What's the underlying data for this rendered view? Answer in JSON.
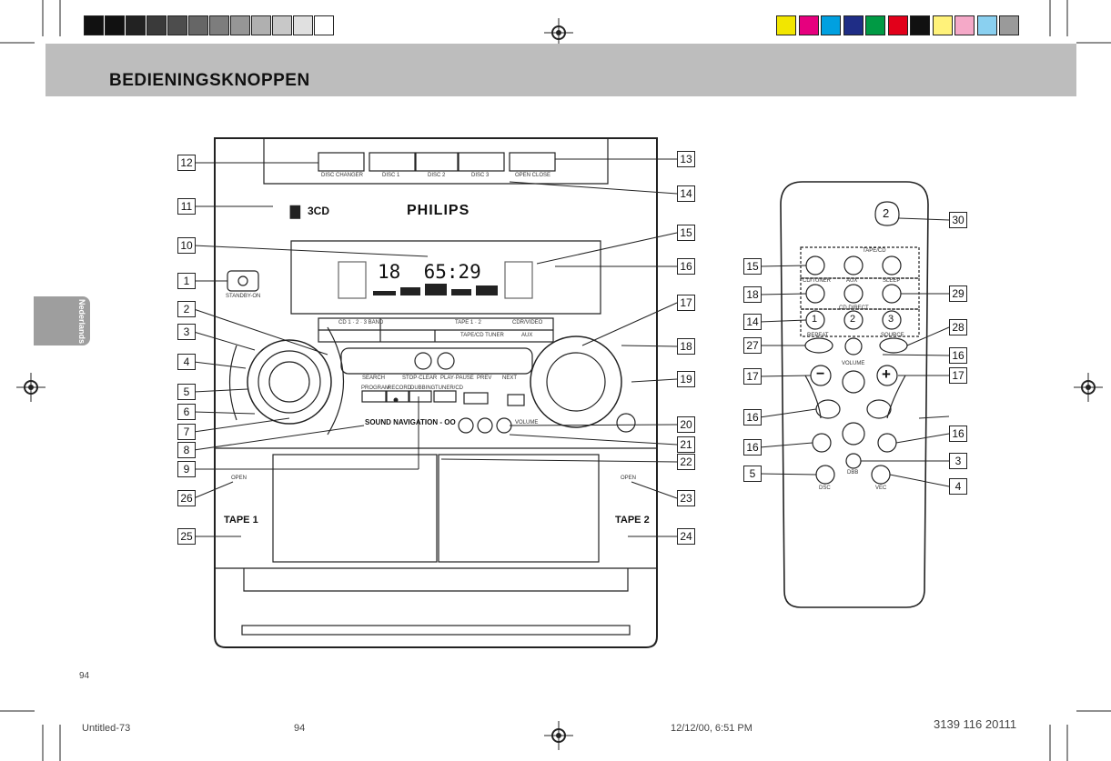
{
  "colors": {
    "grays": [
      "#111111",
      "#111111",
      "#222222",
      "#3a3a3a",
      "#4d4d4d",
      "#666666",
      "#7d7d7d",
      "#969696",
      "#b0b0b0",
      "#c8c8c8",
      "#e0e0e0",
      "#ffffff"
    ],
    "process": [
      "#f2e600",
      "#e6007e",
      "#00a0e0",
      "#1f2d86",
      "#009a44",
      "#e2001a",
      "#111111",
      "#fff27a",
      "#f5a9c8",
      "#8ad0f0",
      "#9a9a9a"
    ]
  },
  "header": {
    "title": "BEDIENINGSKNOPPEN"
  },
  "side_tab": {
    "label": "Nederlands"
  },
  "stereo": {
    "brand": "PHILIPS",
    "logo": "3CD",
    "display_digits": "18  65:29",
    "standby_label": "STANDBY-ON",
    "tape1_label": "TAPE 1",
    "tape2_label": "TAPE 2",
    "open_label": "OPEN",
    "sound_navigation": "SOUND NAVIGATION - OO",
    "changer_buttons": [
      "DISC CHANGER",
      "DISC 1",
      "DISC 2",
      "DISC 3",
      "OPEN CLOSE"
    ],
    "source_labels": [
      "CD 1 · 2 · 3 BAND",
      "TAPE 1 · 2",
      "CDR/VIDEO",
      "TAPE/CD TUNER",
      "AUX"
    ],
    "transport_labels": [
      "SEARCH",
      "STOP·CLEAR",
      "PLAY·PAUSE",
      "PREV",
      "NEXT"
    ],
    "program_labels": [
      "PROGRAM",
      "RECORD",
      "DUBBING",
      "TUNER/CD",
      "VOLUME"
    ]
  },
  "remote": {
    "row1": [
      "CD",
      "TUNER",
      "TAPE/CD",
      "SLEEP"
    ],
    "row2_labels": [
      "CD/TUNER",
      "AUX",
      "SLEEP"
    ],
    "cd_direct": "CD DIRECT",
    "discs": [
      "1",
      "2",
      "3"
    ],
    "repeat": "REPEAT",
    "source": "SOURCE",
    "volume": "VOLUME",
    "dsc": "DSC",
    "dbb": "DBB",
    "vec": "VEC",
    "power_symbol": "2",
    "minus": "−",
    "plus": "+"
  },
  "callouts": {
    "left": [
      "12",
      "11",
      "10",
      "1",
      "2",
      "3",
      "4",
      "5",
      "6",
      "7",
      "8",
      "9",
      "26",
      "25"
    ],
    "right": [
      "13",
      "14",
      "15",
      "16",
      "17",
      "18",
      "19",
      "20",
      "21",
      "22",
      "23",
      "24"
    ],
    "remote_left": [
      "15",
      "18",
      "14",
      "27",
      "17",
      "16",
      "16",
      "5"
    ],
    "remote_right": [
      "30",
      "29",
      "28",
      "16",
      "17",
      "16",
      "3",
      "4"
    ]
  },
  "footer": {
    "page_number": "94",
    "file": "Untitled-73",
    "page_mid": "94",
    "datetime": "12/12/00, 6:51 PM",
    "code": "3139 116 20111"
  }
}
